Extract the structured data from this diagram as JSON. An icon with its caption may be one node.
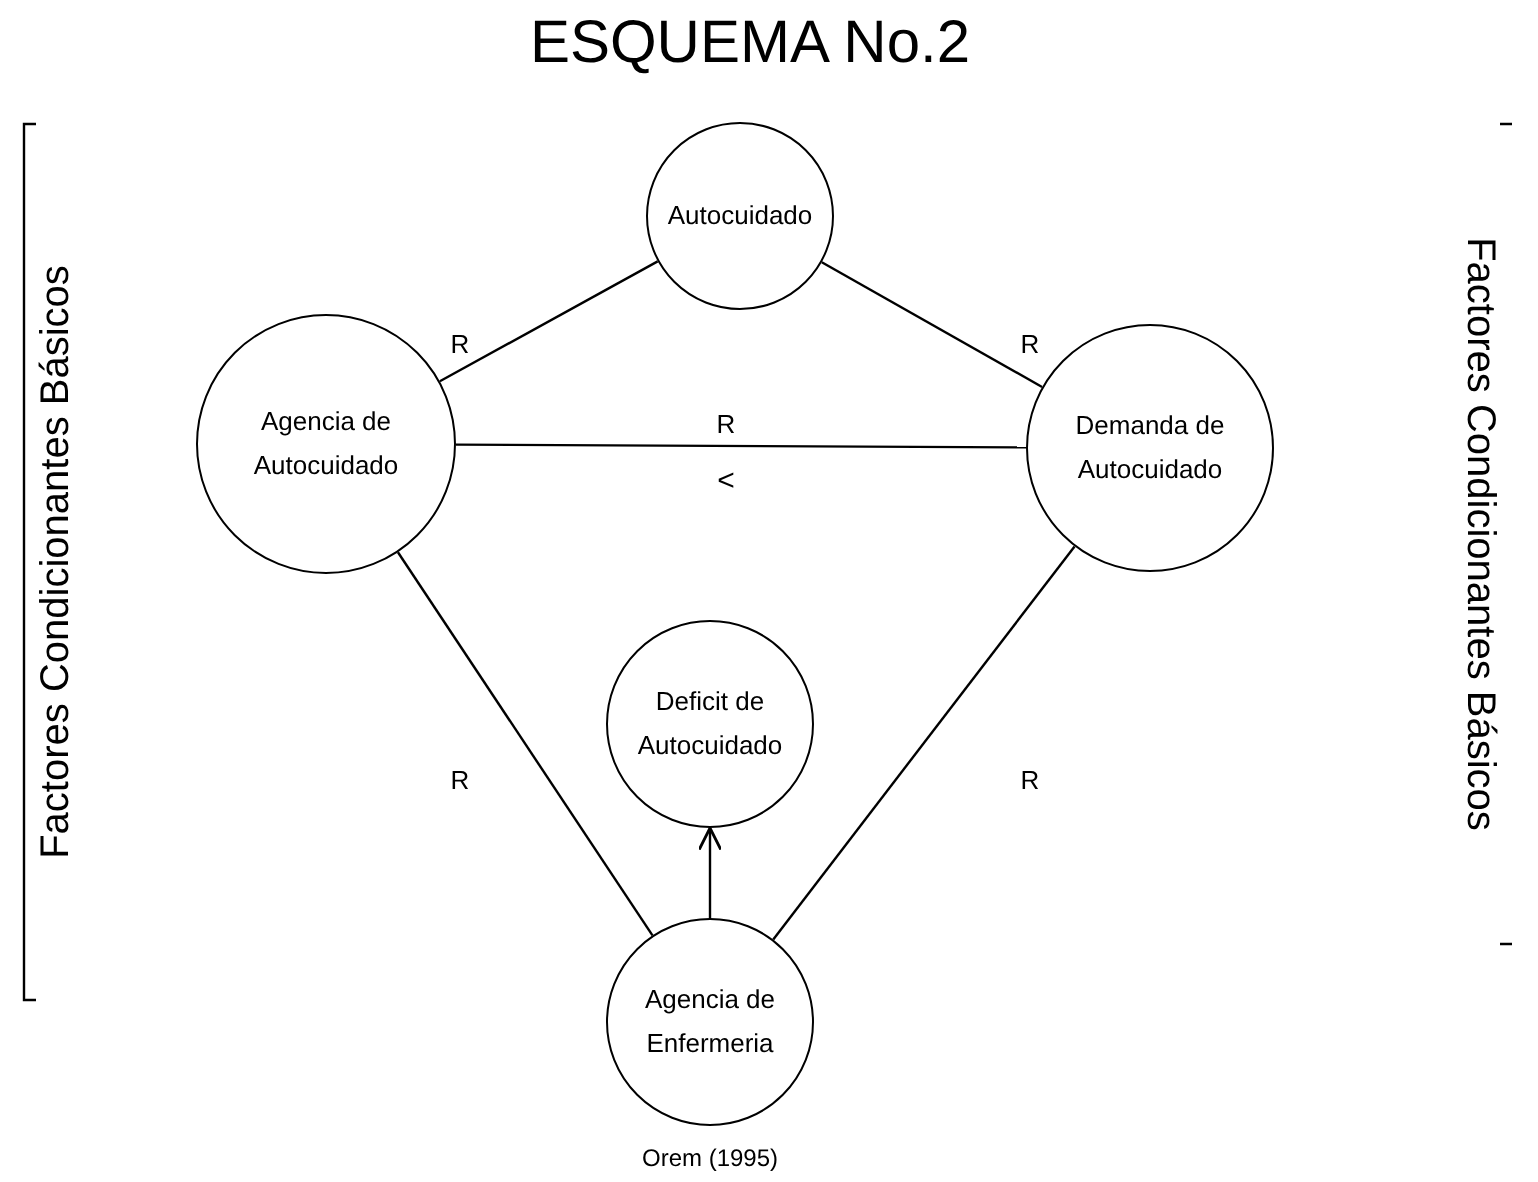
{
  "diagram": {
    "title": "ESQUEMA No.2",
    "nodes": [
      {
        "text": [
          "Autocuidado"
        ]
      },
      {
        "text": [
          "Agencia de Autocuidado"
        ]
      },
      {
        "text": [
          "Demanda de Autocuidado"
        ]
      },
      {
        "text": [
          "Deficit de Autocuidado"
        ]
      },
      {
        "text": [
          "Agencia de Enfermeria"
        ],
        "beside": [
          "Orem (1995)"
        ]
      }
    ],
    "edges": [
      {
        "from": 1,
        "to": 0,
        "arrow": "none",
        "label": "R"
      },
      {
        "from": 0,
        "to": 2,
        "arrow": "none",
        "label": "R"
      },
      {
        "from": 1,
        "to": 2,
        "arrow": "none",
        "label": "R"
      },
      {
        "from": 1,
        "to": 4,
        "arrow": "none",
        "label": "R"
      },
      {
        "from": 2,
        "to": 4,
        "arrow": "none",
        "label": "R"
      },
      {
        "from": 4,
        "to": 3,
        "arrow": "to"
      }
    ],
    "labels": [
      "Factores Condicionantes Básicos",
      "<",
      "Factores Condicionantes Básicos"
    ]
  }
}
